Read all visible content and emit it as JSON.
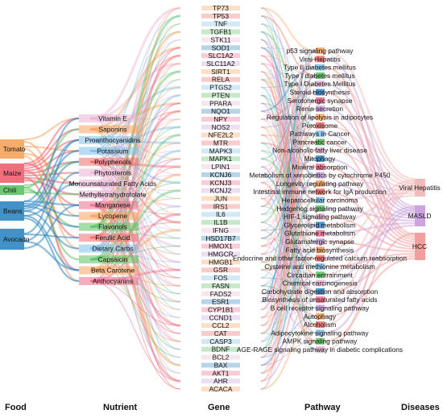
{
  "headers": {
    "food": "Food",
    "nutrient": "Nutrient",
    "gene": "Gene",
    "pathway": "Pathway",
    "diseases": "Diseases"
  },
  "colors": {
    "Tomato": "#f7a35c",
    "Maize": "#ef5e6e",
    "Chili": "#5cc163",
    "Beans": "#2e86c1",
    "Avocado": "#2e86c1",
    "Vitamin E": "#e8b4d4",
    "Saponins": "#f7a35c",
    "Proanthocyanidins": "#7fbfe8",
    "Potassium": "#7fbfe8",
    "Polyphenols": "#ef6b6b",
    "Phytosterols": "#e8b4d4",
    "Monounsaturated Fatty Acids": "#e8b4d4",
    "Methyltetrahydrofolate": "#e8b4d4",
    "Manganese": "#ef6b8b",
    "Lycopene": "#f7a35c",
    "Flavonols": "#5cc163",
    "Ferulic Acid": "#ef6b6b",
    "Dietary Carbs": "#7fbfe8",
    "Capsaicin": "#5cc163",
    "Beta Carotene": "#f7a35c",
    "Anthocyanins": "#ef6b8b",
    "Viral Hepatitis": "#f2b8b8",
    "MASLD": "#c9a0dc",
    "HCC": "#f39a9a"
  },
  "food": [
    "Tomato",
    "Maize",
    "Chili",
    "Beans",
    "Avocado"
  ],
  "nutrient": [
    "Vitamin E",
    "Saponins",
    "Proanthocyanidins",
    "Potassium",
    "Polyphenols",
    "Phytosterols",
    "Monounsaturated Fatty Acids",
    "Methyltetrahydrofolate",
    "Manganese",
    "Lycopene",
    "Flavonols",
    "Ferulic Acid",
    "Dietary Carbs",
    "Capsaicin",
    "Beta Carotene",
    "Anthocyanins"
  ],
  "gene": [
    "TP73",
    "TP53",
    "TNF",
    "TGFB1",
    "STK11",
    "SOD1",
    "SLC1A2",
    "SLC11A2",
    "SIRT1",
    "RELA",
    "PTGS2",
    "PTEN",
    "PPARA",
    "NQO1",
    "NPY",
    "NOS2",
    "NFE2L2",
    "MTR",
    "MAPK3",
    "MAPK1",
    "LPIN1",
    "KCNJ6",
    "KCNJ3",
    "KCNJ2",
    "JUN",
    "IRS1",
    "IL6",
    "IL1B",
    "IFNG",
    "HSD17B7",
    "HMOX1",
    "HMGCR",
    "HMGB1",
    "GSR",
    "FOS",
    "FASN",
    "FADS2",
    "ESR1",
    "CYP1B1",
    "CCND1",
    "CCL2",
    "CAT",
    "CASP3",
    "BDNF",
    "BCL2",
    "BAX",
    "AKT1",
    "AHR",
    "ACACA"
  ],
  "pathway": [
    "p53 signaling pathway",
    "Viral Hepatitis",
    "Type II diabetes mellitus",
    "Type I diabetes mellitus",
    "Type I Diabetes Mellitus",
    "Steroid biosynthesis",
    "Serotonergic synapse",
    "Renin secretion",
    "Regulation of lipolysis in adipocytes",
    "Peroxisome",
    "Pathways in Cancer",
    "Pancreatic cancer",
    "Non-alcoholic fatty liver disease",
    "Mitophagy",
    "Mineral absorption",
    "Metabolism of xenobiotics by cytochrome P450",
    "Longevity regulating pathway",
    "Intestinal immune network for IgA production",
    "Hepatocellular carcinoma",
    "Hedgehog signaling pathway",
    "HIF-1 signaling pathway",
    "Glycerolipid metabolism",
    "Glutathione metabolism",
    "Glutamatergic synapse",
    "Fatty acid biosynthesis",
    "Endocrine and other factor-regulated calcium reabsorption",
    "Cysteine and methionine metabolism",
    "Circadian entrainment",
    "Chemical carcinogenesis",
    "Carbohydrate digestion and absorption",
    "Biosynthesis of unsaturated fatty acids",
    "B cell receptor signaling pathway",
    "Autophagy",
    "Alcoholism",
    "Adipocytokine signaling pathway",
    "AMPK signaling pathway",
    "AGE-RAGE signaling pathway in diabetic complications"
  ],
  "diseases": [
    "Viral Hepatitis",
    "MASLD",
    "HCC"
  ]
}
